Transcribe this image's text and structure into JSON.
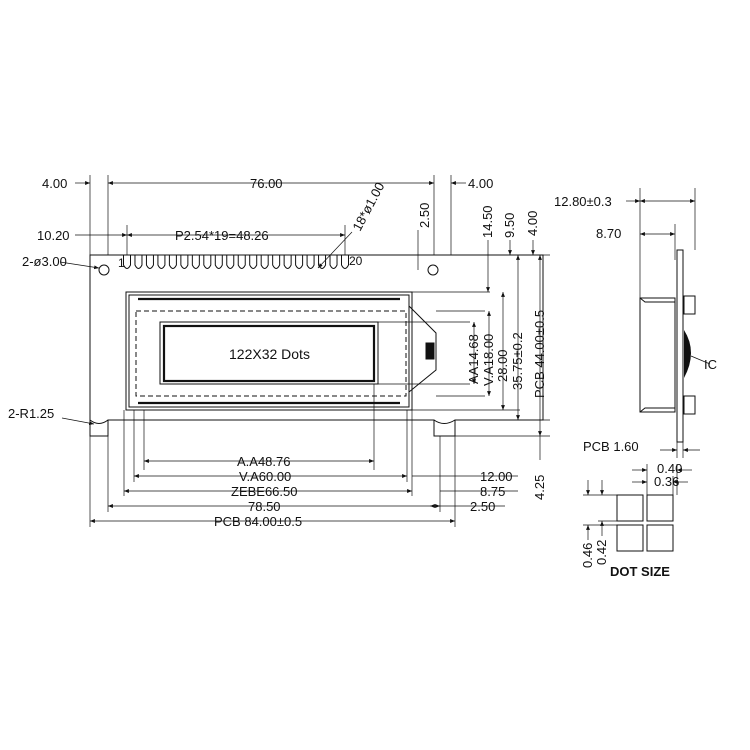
{
  "front_view": {
    "width_76": "76.00",
    "margin_left_4": "4.00",
    "margin_right_4": "4.00",
    "pitch_label": "P2.54*19=48.26",
    "offset_10_20": "10.20",
    "pin_holes": "18*ø1.00",
    "pin_offset_2_50": "2.50",
    "mount_holes": "2-ø3.00",
    "pin_first": "1",
    "pin_last": "20",
    "corner_radius": "2-R1.25",
    "display_text": "122X32 Dots",
    "aa_width": "A.A48.76",
    "va_width": "V.A60.00",
    "bezel_width": "ZEBE66.50",
    "width_78_50": "78.50",
    "pcb_width": "PCB  84.00±0.5",
    "right_12": "12.00",
    "right_8_75": "8.75",
    "right_2_50": "2.50",
    "v_14_50": "14.50",
    "v_9_50": "9.50",
    "v_4_00": "4.00",
    "v_aa": "AA14.68",
    "v_va": "V.A18.00",
    "v_28": "28.00",
    "v_35_75": "35.75±0.2",
    "v_pcb": "PCB  44.00±0.5",
    "v_4_25": "4.25"
  },
  "side_view": {
    "thickness": "12.80±0.3",
    "module": "8.70",
    "ic_label": "IC",
    "pcb_thickness": "PCB  1.60"
  },
  "dot_detail": {
    "pitch_h": "0.40",
    "size_h": "0.36",
    "pitch_v": "0.46",
    "size_v": "0.42",
    "title": "DOT SIZE"
  }
}
